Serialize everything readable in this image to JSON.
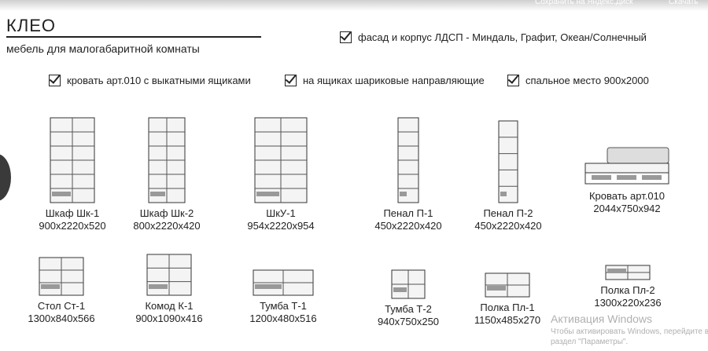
{
  "topbar": {
    "save": "Сохранить на Яндекс.Диск",
    "download": "Скачать"
  },
  "title": "КЛЕО",
  "subtitle": "мебель для малогабаритной комнаты",
  "features": [
    "фасад и корпус ЛДСП - Миндаль, Графит, Океан/Солнечный",
    "кровать арт.010 с выкатными ящиками",
    "на ящиках шариковые направляющие",
    "спальное место 900х2000"
  ],
  "items": [
    {
      "name": "Шкаф Шк-1",
      "size": "900х2220х520"
    },
    {
      "name": "Шкаф Шк-2",
      "size": "800х2220х420"
    },
    {
      "name": "ШкУ-1",
      "size": "954х2220х954"
    },
    {
      "name": "Пенал П-1",
      "size": "450х2220х420"
    },
    {
      "name": "Пенал П-2",
      "size": "450х2220х420"
    },
    {
      "name": "Кровать арт.010",
      "size": "2044х750х942"
    },
    {
      "name": "Стол Ст-1",
      "size": "1300х840х566"
    },
    {
      "name": "Комод К-1",
      "size": "900х1090х416"
    },
    {
      "name": "Тумба Т-1",
      "size": "1200х480х516"
    },
    {
      "name": "Тумба Т-2",
      "size": "940х750х250"
    },
    {
      "name": "Полка Пл-1",
      "size": "1150х485х270"
    },
    {
      "name": "Полка Пл-2",
      "size": "1300х220х236"
    }
  ],
  "watermark": {
    "title": "Активация Windows",
    "text1": "Чтобы активировать Windows, перейдите в",
    "text2": "раздел \"Параметры\"."
  }
}
